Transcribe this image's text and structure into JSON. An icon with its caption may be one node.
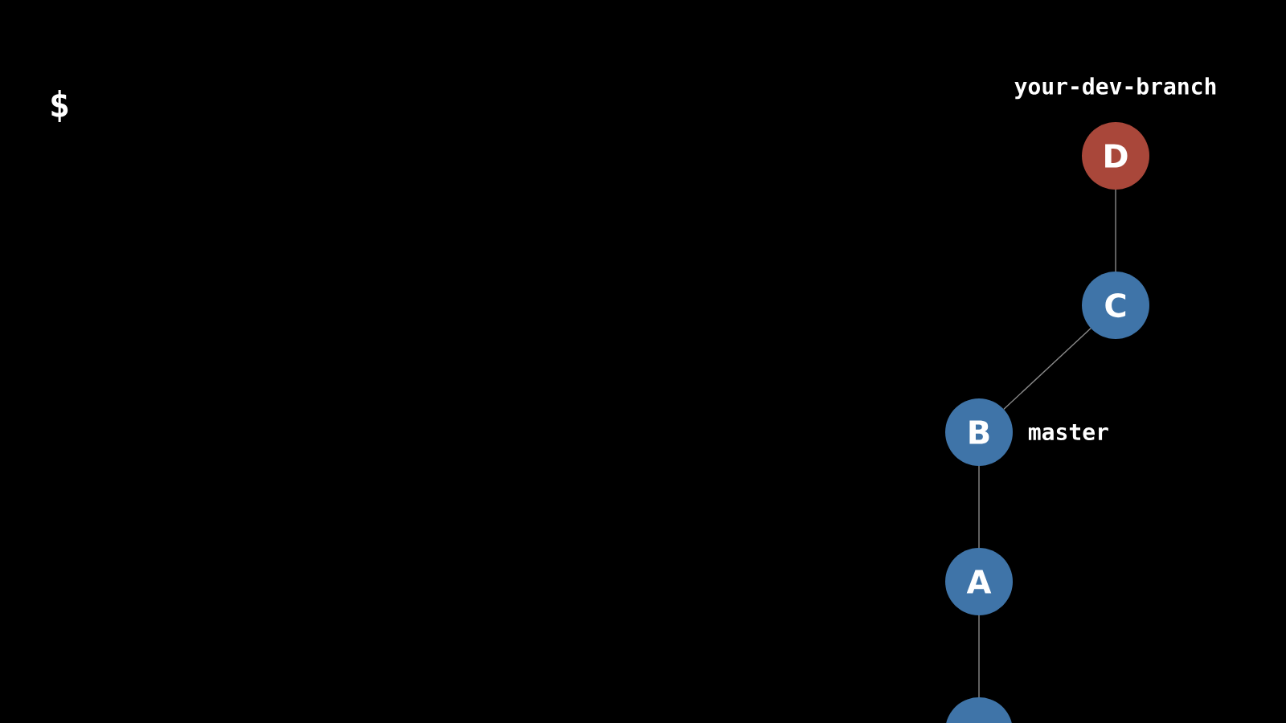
{
  "diagram": {
    "nodes": [
      {
        "text": [
          "D"
        ],
        "beside": [
          "your-dev-branch"
        ]
      },
      {
        "text": [
          "C"
        ]
      },
      {
        "text": [
          "B"
        ],
        "beside": [
          "master"
        ]
      },
      {
        "text": [
          "A"
        ]
      },
      {
        "text": [],
        "shape": "circle"
      }
    ],
    "edges": [
      {
        "from": 1,
        "to": 0,
        "arrow": "none"
      },
      {
        "from": 2,
        "to": 1,
        "arrow": "none"
      },
      {
        "from": 3,
        "to": 2,
        "arrow": "none"
      },
      {
        "from": 4,
        "to": 3,
        "arrow": "none"
      }
    ],
    "labels": [
      "$"
    ]
  }
}
